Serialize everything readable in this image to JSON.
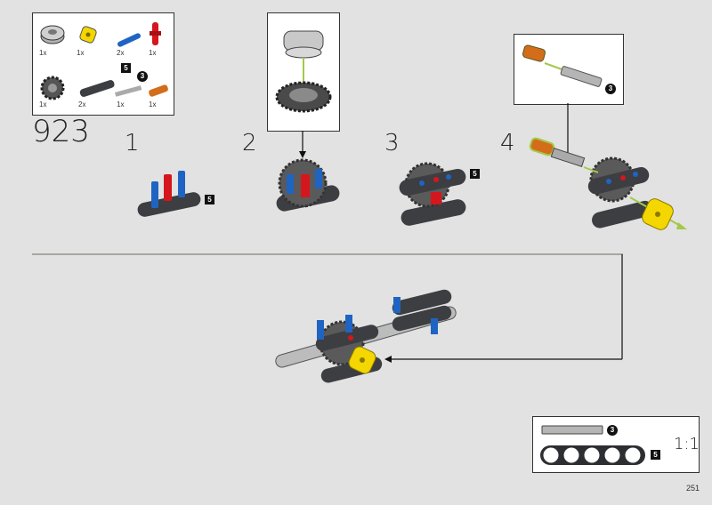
{
  "set_number": "923",
  "page_number": "251",
  "parts_list": {
    "row1": [
      {
        "qty": "1x",
        "icon": "turntable-part-icon"
      },
      {
        "qty": "1x",
        "icon": "yellow-connector-icon"
      },
      {
        "qty": "2x",
        "icon": "blue-pin-icon"
      },
      {
        "qty": "1x",
        "icon": "red-pin-icon"
      }
    ],
    "row2": [
      {
        "qty": "1x",
        "icon": "gear-icon"
      },
      {
        "qty": "2x",
        "icon": "beam-5-icon",
        "badge": "5"
      },
      {
        "qty": "1x",
        "icon": "axle-3-icon",
        "badge": "3"
      },
      {
        "qty": "1x",
        "icon": "orange-axle-connector-icon"
      }
    ]
  },
  "steps": [
    {
      "number": "1",
      "badge": "5"
    },
    {
      "number": "2"
    },
    {
      "number": "3",
      "badge": "5"
    },
    {
      "number": "4",
      "callout_badge": "3"
    }
  ],
  "scale_box": {
    "axle_badge": "3",
    "beam_badge": "5",
    "label": "1:1"
  },
  "colors": {
    "background": "#e2e2e2",
    "accent_line": "#a9a7a2",
    "beam": "#3c3e42",
    "blue": "#1f64c2",
    "red": "#d5161c",
    "yellow": "#f4d600",
    "orange": "#d36d1a",
    "green_arrow": "#a4c94a"
  }
}
